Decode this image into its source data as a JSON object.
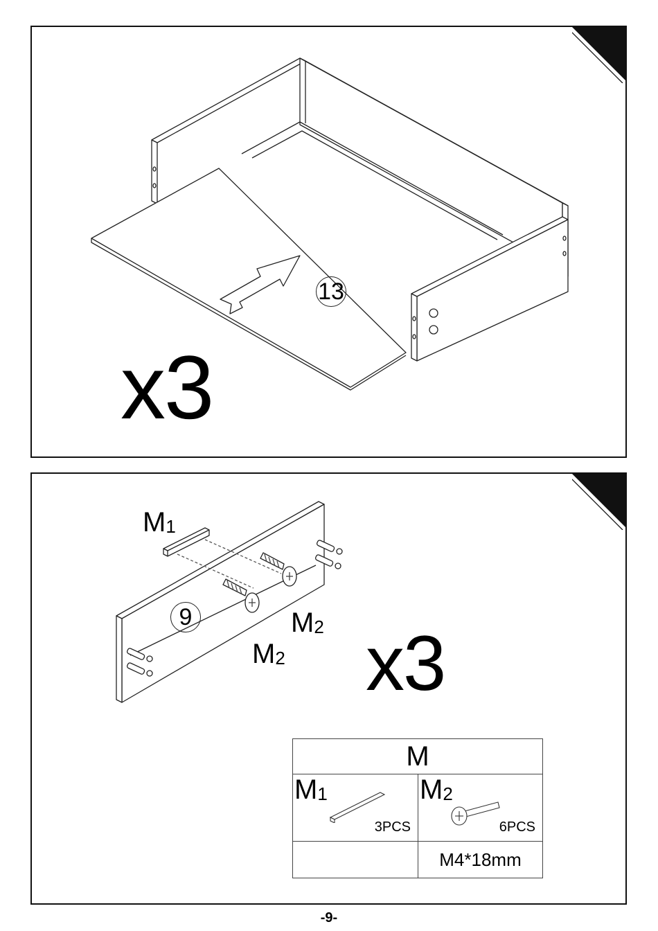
{
  "step1": {
    "multiplier": "x3",
    "part_number": "13"
  },
  "step2": {
    "multiplier": "x3",
    "part_number": "9",
    "callout_m1": {
      "base": "M",
      "sub": "1"
    },
    "callout_m2_a": {
      "base": "M",
      "sub": "2"
    },
    "callout_m2_b": {
      "base": "M",
      "sub": "2"
    },
    "hardware_table": {
      "header": "M",
      "items": [
        {
          "base": "M",
          "sub": "1",
          "qty": "3PCS",
          "size": ""
        },
        {
          "base": "M",
          "sub": "2",
          "qty": "6PCS",
          "size": "M4*18mm"
        }
      ]
    }
  },
  "footer": {
    "page_number": "-9-"
  }
}
